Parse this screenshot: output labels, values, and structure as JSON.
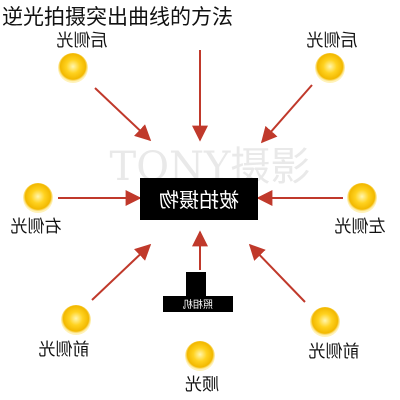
{
  "title": "逆光拍摄突出曲线的方法",
  "subject_label": "被拍摄物",
  "camera_label": "照相机",
  "watermark": "TONY摄影",
  "lights": [
    {
      "id": "back-left",
      "label": "后侧光"
    },
    {
      "id": "back-right",
      "label": "后侧光"
    },
    {
      "id": "right-side",
      "label": "右侧光"
    },
    {
      "id": "left-side",
      "label": "左侧光"
    },
    {
      "id": "front-left",
      "label": "前侧光"
    },
    {
      "id": "front-right",
      "label": "前侧光"
    },
    {
      "id": "front",
      "label": "顺光"
    }
  ],
  "colors": {
    "arrow": "#c0392b",
    "subject_box": "#000000",
    "subject_text": "#ffffff",
    "sun_core": "#ffd21f",
    "sun_glow": "#ffe98a",
    "label_text": "#111111",
    "watermark": "#dddddd"
  }
}
